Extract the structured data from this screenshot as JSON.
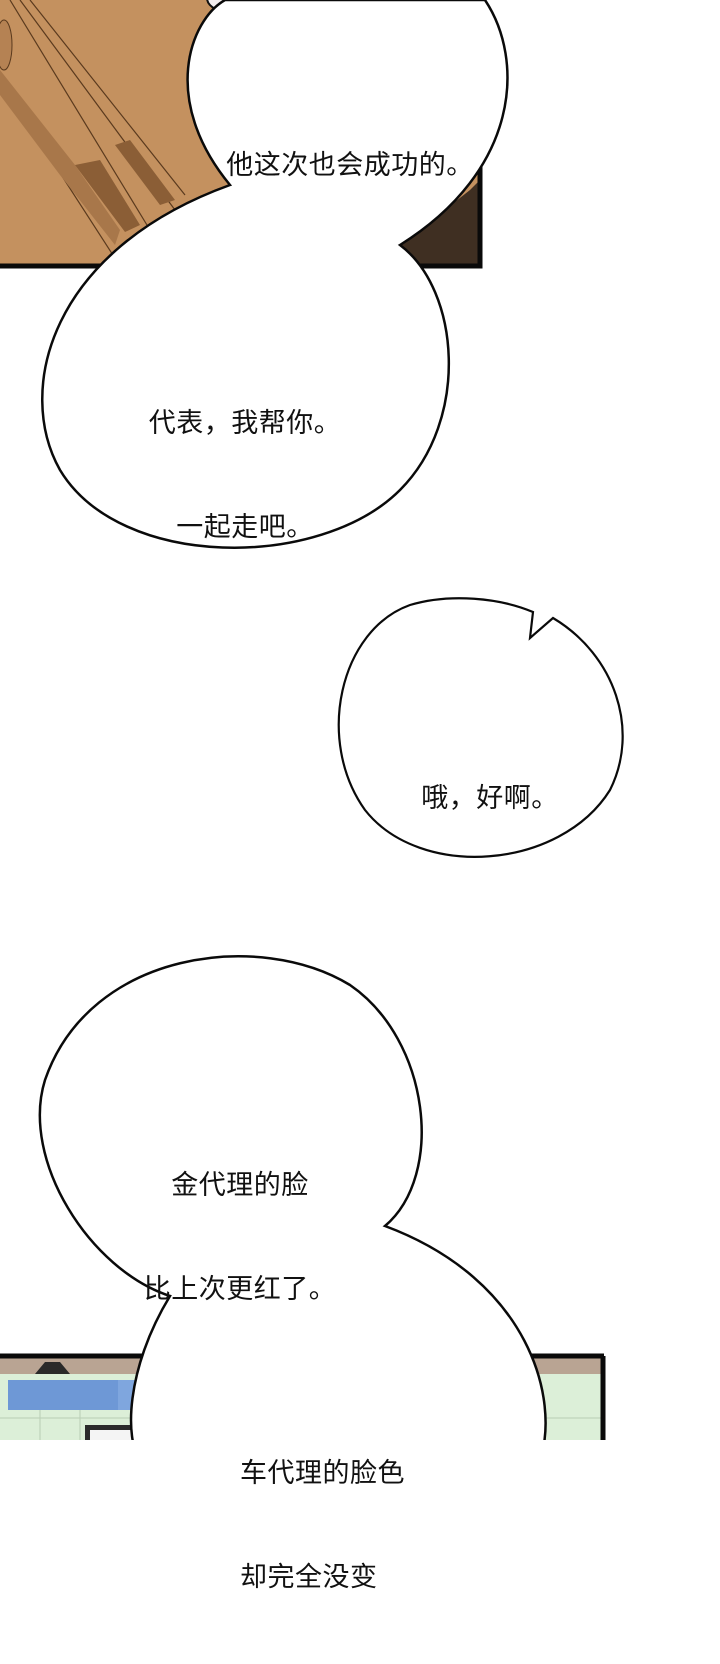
{
  "comic": {
    "panels": [
      {
        "id": "top-panel",
        "description": "brown wooden floor with character face partially visible",
        "colors": {
          "floor": "#C4915F",
          "floor_dark": "#8B5E36",
          "shadow": "#3F2F22",
          "border": "#0a0a0a"
        }
      },
      {
        "id": "bottom-panel",
        "description": "office interior with blue windows and pale green walls",
        "colors": {
          "wall": "#DCEFD8",
          "window": "#6E98D6",
          "ceiling": "#B9A493",
          "border": "#0a0a0a"
        }
      }
    ],
    "bubbles": [
      {
        "id": "bubble-1",
        "lines": [
          "他这次也会成功的。"
        ]
      },
      {
        "id": "bubble-2",
        "lines": [
          "代表，我帮你。",
          "一起走吧。"
        ]
      },
      {
        "id": "bubble-3",
        "lines": [
          "哦，好啊。"
        ]
      },
      {
        "id": "bubble-4",
        "lines": [
          "金代理的脸",
          "比上次更红了。"
        ]
      },
      {
        "id": "bubble-5",
        "lines": [
          "车代理的脸色",
          "却完全没变"
        ]
      }
    ]
  }
}
